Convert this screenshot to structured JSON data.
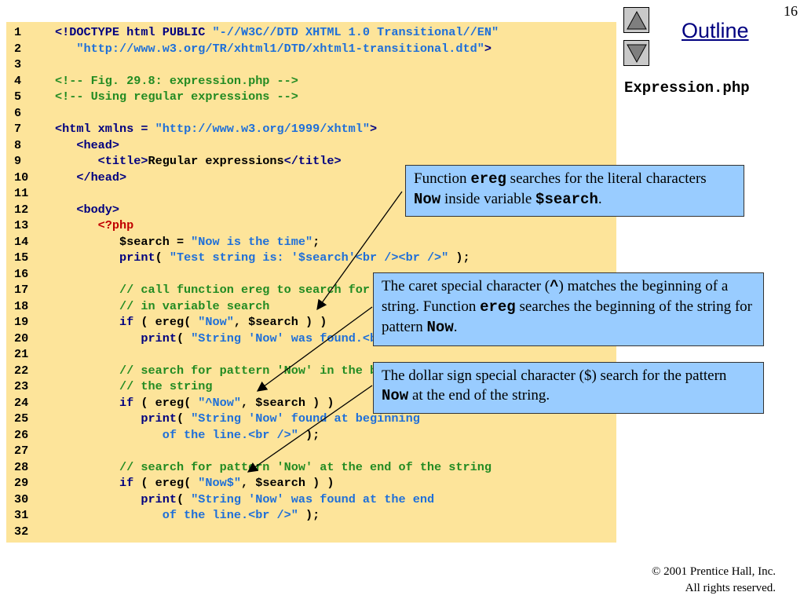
{
  "slide": {
    "page_number": "16",
    "outline_label": "Outline",
    "file_name": "Expression.php",
    "nav": {
      "up_icon": "triangle-up-icon",
      "down_icon": "triangle-down-icon"
    },
    "footer": {
      "copyright": "© 2001 Prentice Hall, Inc.",
      "rights": "All rights reserved."
    }
  },
  "colors": {
    "code_bg": "#fde49a",
    "callout_bg": "#99ccff",
    "keyword": "#000080",
    "string": "#1e6fd9",
    "comment": "#228b22",
    "php_tag": "#c00000",
    "outline_link": "#000080"
  },
  "code": [
    {
      "num": "1",
      "segs": [
        {
          "t": "<!DOCTYPE html PUBLIC ",
          "c": "k"
        },
        {
          "t": "\"-//W3C//DTD XHTML 1.0 Transitional//EN\"",
          "c": "s"
        }
      ]
    },
    {
      "num": "2",
      "segs": [
        {
          "t": "   ",
          "c": "t"
        },
        {
          "t": "\"http://www.w3.org/TR/xhtml1/DTD/xhtml1-transitional.dtd\"",
          "c": "s"
        },
        {
          "t": ">",
          "c": "k"
        }
      ]
    },
    {
      "num": "3",
      "segs": []
    },
    {
      "num": "4",
      "segs": [
        {
          "t": "<!-- Fig. 29.8: expression.php -->",
          "c": "c"
        }
      ]
    },
    {
      "num": "5",
      "segs": [
        {
          "t": "<!-- Using regular expressions -->",
          "c": "c"
        }
      ]
    },
    {
      "num": "6",
      "segs": []
    },
    {
      "num": "7",
      "segs": [
        {
          "t": "<html xmlns = ",
          "c": "k"
        },
        {
          "t": "\"http://www.w3.org/1999/xhtml\"",
          "c": "s"
        },
        {
          "t": ">",
          "c": "k"
        }
      ]
    },
    {
      "num": "8",
      "segs": [
        {
          "t": "   <head>",
          "c": "k"
        }
      ]
    },
    {
      "num": "9",
      "segs": [
        {
          "t": "      <title>",
          "c": "k"
        },
        {
          "t": "Regular expressions",
          "c": "t"
        },
        {
          "t": "</title>",
          "c": "k"
        }
      ]
    },
    {
      "num": "10",
      "segs": [
        {
          "t": "   </head>",
          "c": "k"
        }
      ]
    },
    {
      "num": "11",
      "segs": []
    },
    {
      "num": "12",
      "segs": [
        {
          "t": "   <body>",
          "c": "k"
        }
      ]
    },
    {
      "num": "13",
      "segs": [
        {
          "t": "      <?php",
          "c": "p"
        }
      ]
    },
    {
      "num": "14",
      "segs": [
        {
          "t": "         $search = ",
          "c": "t"
        },
        {
          "t": "\"Now is the time\"",
          "c": "s"
        },
        {
          "t": ";",
          "c": "t"
        }
      ]
    },
    {
      "num": "15",
      "segs": [
        {
          "t": "         print",
          "c": "k"
        },
        {
          "t": "( ",
          "c": "t"
        },
        {
          "t": "\"Test string is: '$search'<br /><br />\"",
          "c": "s"
        },
        {
          "t": " );",
          "c": "t"
        }
      ]
    },
    {
      "num": "16",
      "segs": []
    },
    {
      "num": "17",
      "segs": [
        {
          "t": "         // call function ereg to search for pattern 'Now'",
          "c": "c"
        }
      ]
    },
    {
      "num": "18",
      "segs": [
        {
          "t": "         // in variable search",
          "c": "c"
        }
      ]
    },
    {
      "num": "19",
      "segs": [
        {
          "t": "         if",
          "c": "k"
        },
        {
          "t": " ( ereg( ",
          "c": "t"
        },
        {
          "t": "\"Now\"",
          "c": "s"
        },
        {
          "t": ", $search ) )",
          "c": "t"
        }
      ]
    },
    {
      "num": "20",
      "segs": [
        {
          "t": "            print",
          "c": "k"
        },
        {
          "t": "( ",
          "c": "t"
        },
        {
          "t": "\"String 'Now' was found.<br />\"",
          "c": "s"
        },
        {
          "t": " );",
          "c": "t"
        }
      ]
    },
    {
      "num": "21",
      "segs": []
    },
    {
      "num": "22",
      "segs": [
        {
          "t": "         // search for pattern 'Now' in the beginning of",
          "c": "c"
        }
      ]
    },
    {
      "num": "23",
      "segs": [
        {
          "t": "         // the string",
          "c": "c"
        }
      ]
    },
    {
      "num": "24",
      "segs": [
        {
          "t": "         if",
          "c": "k"
        },
        {
          "t": " ( ereg( ",
          "c": "t"
        },
        {
          "t": "\"^Now\"",
          "c": "s"
        },
        {
          "t": ", $search ) )",
          "c": "t"
        }
      ]
    },
    {
      "num": "25",
      "segs": [
        {
          "t": "            print",
          "c": "k"
        },
        {
          "t": "( ",
          "c": "t"
        },
        {
          "t": "\"String 'Now' found at beginning",
          "c": "s"
        }
      ]
    },
    {
      "num": "26",
      "segs": [
        {
          "t": "               of the line.<br />\"",
          "c": "s"
        },
        {
          "t": " );",
          "c": "t"
        }
      ]
    },
    {
      "num": "27",
      "segs": []
    },
    {
      "num": "28",
      "segs": [
        {
          "t": "         // search for pattern 'Now' at the end of the string",
          "c": "c"
        }
      ]
    },
    {
      "num": "29",
      "segs": [
        {
          "t": "         if",
          "c": "k"
        },
        {
          "t": " ( ereg( ",
          "c": "t"
        },
        {
          "t": "\"Now$\"",
          "c": "s"
        },
        {
          "t": ", $search ) )",
          "c": "t"
        }
      ]
    },
    {
      "num": "30",
      "segs": [
        {
          "t": "            print",
          "c": "k"
        },
        {
          "t": "( ",
          "c": "t"
        },
        {
          "t": "\"String 'Now' was found at the end",
          "c": "s"
        }
      ]
    },
    {
      "num": "31",
      "segs": [
        {
          "t": "               of the line.<br />\"",
          "c": "s"
        },
        {
          "t": " );",
          "c": "t"
        }
      ]
    },
    {
      "num": "32",
      "segs": []
    }
  ],
  "callouts": [
    {
      "parts": [
        {
          "t": "Function "
        },
        {
          "t": "ereg",
          "mono": true
        },
        {
          "t": " searches for the literal characters "
        },
        {
          "t": "Now",
          "mono": true
        },
        {
          "t": " inside variable "
        },
        {
          "t": "$search",
          "mono": true
        },
        {
          "t": "."
        }
      ]
    },
    {
      "parts": [
        {
          "t": "The caret special character ("
        },
        {
          "t": "^",
          "mono": true
        },
        {
          "t": ") matches the beginning of a string. Function "
        },
        {
          "t": "ereg",
          "mono": true
        },
        {
          "t": " searches the beginning of the string for pattern "
        },
        {
          "t": "Now",
          "mono": true
        },
        {
          "t": "."
        }
      ]
    },
    {
      "parts": [
        {
          "t": "The dollar sign special character ($) search for the pattern "
        },
        {
          "t": "Now",
          "mono": true
        },
        {
          "t": " at the end of the string."
        }
      ]
    }
  ]
}
